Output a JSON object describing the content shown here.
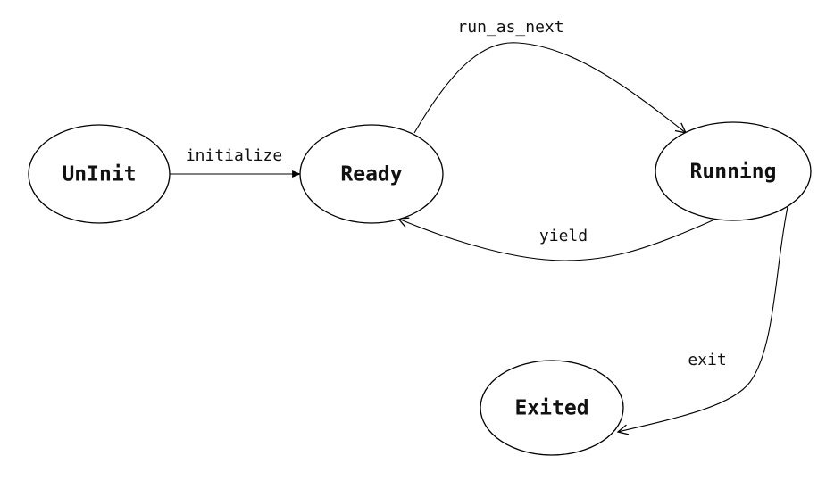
{
  "states": {
    "uninit": "UnInit",
    "ready": "Ready",
    "running": "Running",
    "exited": "Exited"
  },
  "transitions": {
    "initialize": "initialize",
    "run_as_next": "run_as_next",
    "yield": "yield",
    "exit": "exit"
  }
}
